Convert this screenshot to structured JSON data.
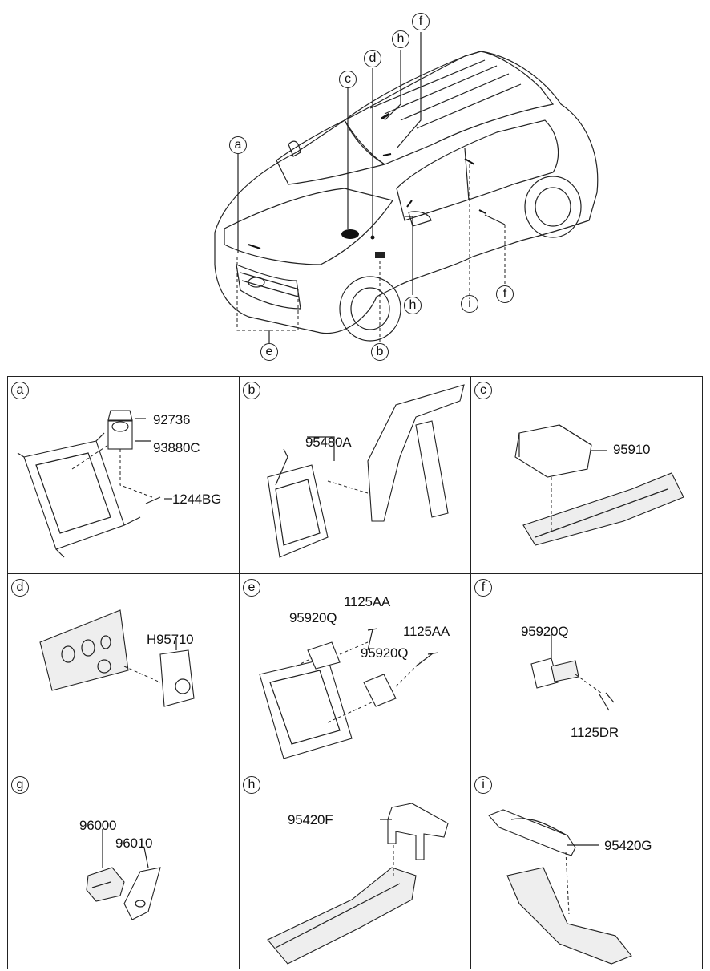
{
  "overview": {
    "callouts": [
      "a",
      "c",
      "d",
      "h",
      "f",
      "e",
      "b",
      "h",
      "i",
      "f"
    ]
  },
  "panels": [
    {
      "letter": "a",
      "labels": [
        "92736",
        "93880C",
        "1244BG"
      ]
    },
    {
      "letter": "b",
      "labels": [
        "95480A"
      ]
    },
    {
      "letter": "c",
      "labels": [
        "95910"
      ]
    },
    {
      "letter": "d",
      "labels": [
        "H95710"
      ]
    },
    {
      "letter": "e",
      "labels": [
        "1125AA",
        "95920Q",
        "1125AA",
        "95920Q"
      ]
    },
    {
      "letter": "f",
      "labels": [
        "95920Q",
        "1125DR"
      ]
    },
    {
      "letter": "g",
      "labels": [
        "96000",
        "96010"
      ]
    },
    {
      "letter": "h",
      "labels": [
        "95420F"
      ]
    },
    {
      "letter": "i",
      "labels": [
        "95420G"
      ]
    }
  ]
}
